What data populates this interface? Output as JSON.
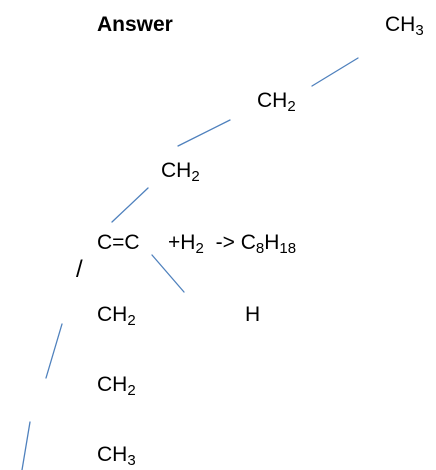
{
  "heading": "Answer",
  "colors": {
    "bond_line": "#4f81bd",
    "text": "#000000"
  },
  "labels": {
    "top_ch3": {
      "base": "CH",
      "sub": "3"
    },
    "ch2_upper": {
      "base": "CH",
      "sub": "2"
    },
    "ch2_middle": {
      "base": "CH",
      "sub": "2"
    },
    "double_bond": "C=C",
    "reaction": {
      "plus": "+H",
      "h_sub": "2",
      "arrow": "->",
      "c": "C",
      "c_sub": "8",
      "h": "H",
      "h2_sub": "18"
    },
    "ch2_lower_1": {
      "base": "CH",
      "sub": "2"
    },
    "hydrogen": "H",
    "ch2_lower_2": {
      "base": "CH",
      "sub": "2"
    },
    "bottom_ch3": {
      "base": "CH",
      "sub": "3"
    }
  },
  "slash_glyph": "/"
}
